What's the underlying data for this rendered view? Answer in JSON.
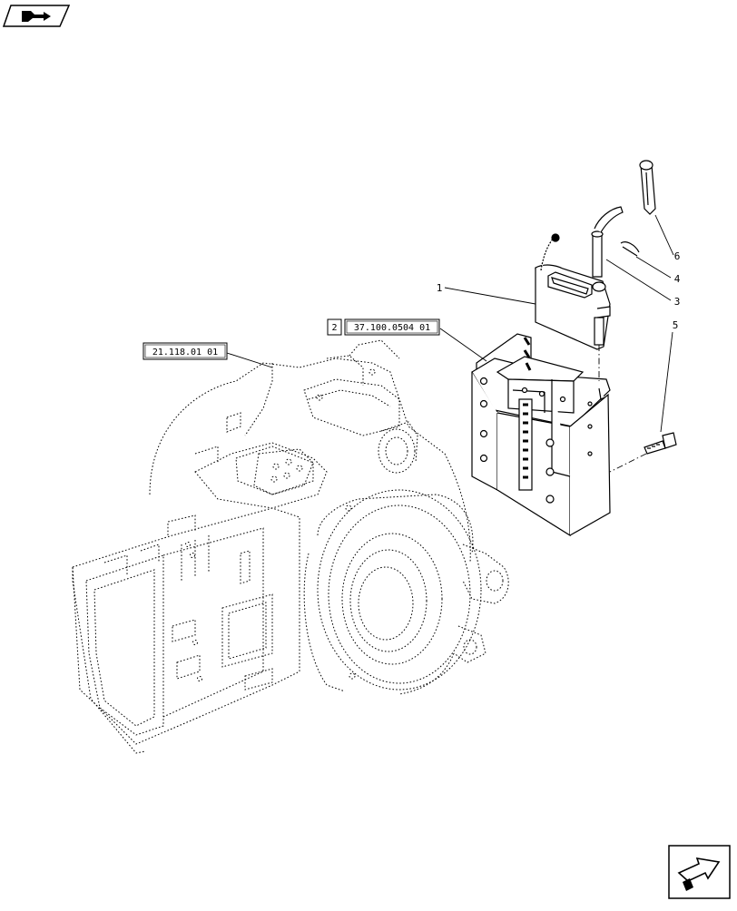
{
  "nav": {
    "top_left_icon": "book-open-arrow-icon",
    "bottom_right_icon": "next-page-arrow-icon"
  },
  "references": {
    "housing_ref": "21.118.01 01",
    "hitch_ref_index": "2",
    "hitch_ref": "37.100.0504 01"
  },
  "callouts": [
    "1",
    "6",
    "4",
    "3",
    "5"
  ]
}
